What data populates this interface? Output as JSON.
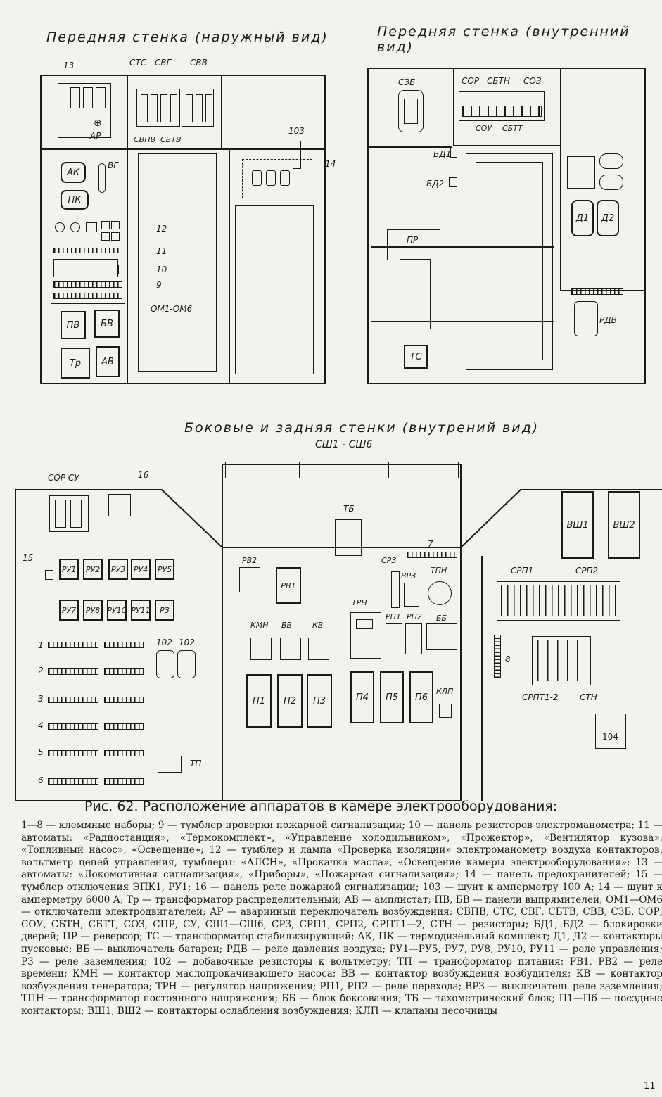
{
  "headings": {
    "front_outer": "Передняя стенка (наружный вид)",
    "front_inner": "Передняя стенка (внутренний вид)",
    "side_back": "Боковые и задняя стенки (внутрений вид)"
  },
  "front_outer_labels": {
    "n13": "13",
    "ap": "АР",
    "cts": "СТС",
    "cbg": "СВГ",
    "cvv": "СВВ",
    "cvpv": "СВПВ",
    "cbtv": "СБТВ",
    "n103": "103",
    "n14": "14",
    "ak": "АК",
    "vg": "ВГ",
    "pk": "ПК",
    "n12": "12",
    "n11": "11",
    "n10": "10",
    "n9": "9",
    "om": "ОМ1-ОМ6",
    "pv": "ПВ",
    "bv": "БВ",
    "tr": "Тр",
    "av": "АВ"
  },
  "front_inner_labels": {
    "czb": "СЗБ",
    "cop": "СОР",
    "cbtn": "СБТН",
    "co3": "СОЗ",
    "cou": "СОУ",
    "cbtt": "СБТТ",
    "bd1": "БД1",
    "bd2": "БД2",
    "pr": "ПР",
    "tc": "ТС",
    "d1": "Д1",
    "d2": "Д2",
    "rdv": "РДВ"
  },
  "side_labels": {
    "cs": "СШ1 - СШ6",
    "copcu": "СОР СУ",
    "n16": "16",
    "n15": "15",
    "ru1": "РУ1",
    "ru2": "РУ2",
    "ru3": "РУ3",
    "ru4": "РУ4",
    "ru5": "РУ5",
    "ru7": "РУ7",
    "ru8": "РУ8",
    "ru10": "РУ10",
    "ru11": "РУ11",
    "rz": "РЗ",
    "r1": "1",
    "r2": "2",
    "r3": "3",
    "r4": "4",
    "r5": "5",
    "r6": "6",
    "n102a": "102",
    "n102b": "102",
    "tp": "ТП",
    "tb": "ТБ",
    "n7": "7",
    "rv2": "РВ2",
    "rv1": "РВ1",
    "cpz": "СРЗ",
    "vrz": "ВРЗ",
    "tpn": "ТПН",
    "trn": "ТРН",
    "rp1": "РП1",
    "rp2": "РП2",
    "bb": "ББ",
    "kmn": "КМН",
    "vv": "ВВ",
    "kv": "КВ",
    "p1": "П1",
    "p2": "П2",
    "p3": "П3",
    "p4": "П4",
    "p5": "П5",
    "p6": "П6",
    "klp": "КЛП",
    "vsh1": "ВШ1",
    "vsh2": "ВШ2",
    "srp1": "СРП1",
    "srp2": "СРП2",
    "n8": "8",
    "srpt": "СРПТ1-2",
    "stn": "СТН",
    "n104": "104"
  },
  "caption": {
    "title": "Рис. 62. Расположение аппаратов в камере электрооборудования:",
    "body": "1—8 — клеммные наборы; 9 — тумблер проверки пожарной сигнализации; 10 — панель резисторов электроманометра; 11 — автоматы: «Радиостанция», «Термокомплект», «Управление холодильником», «Прожектор», «Вентилятор кузова», «Топливный насос», «Освещение»; 12 — тумблер и лампа «Проверка изоляции» электроманометр воздуха контакторов, вольтметр цепей управления, тумблеры: «АЛСН», «Прокачка масла», «Освещение камеры электрооборудования»; 13 — автоматы: «Локомотивная сигнализация», «Приборы», «Пожарная сигнализация»; 14 — панель предохранителей; 15 — тумблер отключения ЭПК1, РУ1; 16 — панель реле пожарной сигнализации; 103 — шунт к амперметру 100 А; 14 — шунт к амперметру 6000 А; Тр — трансформатор распределительный; АВ — амплистат; ПВ, БВ — панели выпрямителей; ОМ1—ОМ6 — отключатели электродвигателей; АР — аварийный переключатель возбуждения; СВПВ, СТС, СВГ, СБТВ, СВВ, СЗБ, СОР, СОУ, СБТН, СБТТ, СОЗ, СПР, СУ, СШ1—СШ6, СРЗ, СРП1, СРП2, СРПТ1—2, СТН — резисторы; БД1, БД2 — блокировки дверей; ПР — реверсор; ТС — трансформатор стабилизирующий; АК, ПК — термодизельный комплект; Д1, Д2 — контакторы пусковые; ВБ — выключатель батареи; РДВ — реле давления воздуха; РУ1—РУ5, РУ7, РУ8, РУ10, РУ11 — реле управления; РЗ — реле заземления; 102 — добавочные резисторы к вольтметру; ТП — трансформатор питания; РВ1, РВ2 — реле времени; КМН — контактор маслопрокачивающего насоса; ВВ — контактор возбуждения возбудителя; КВ — контактор возбуждения генератора; ТРН — регулятор напряжения; РП1, РП2 — реле перехода; ВРЗ — выключатель реле заземления; ТПН — трансформатор постоянного напряжения; ББ — блок боксования; ТБ — тахометрический блок; П1—П6 — поездные контакторы; ВШ1, ВШ2 — контакторы ослабления возбуждения; КЛП — клапаны песочницы"
  },
  "page_number": "11"
}
